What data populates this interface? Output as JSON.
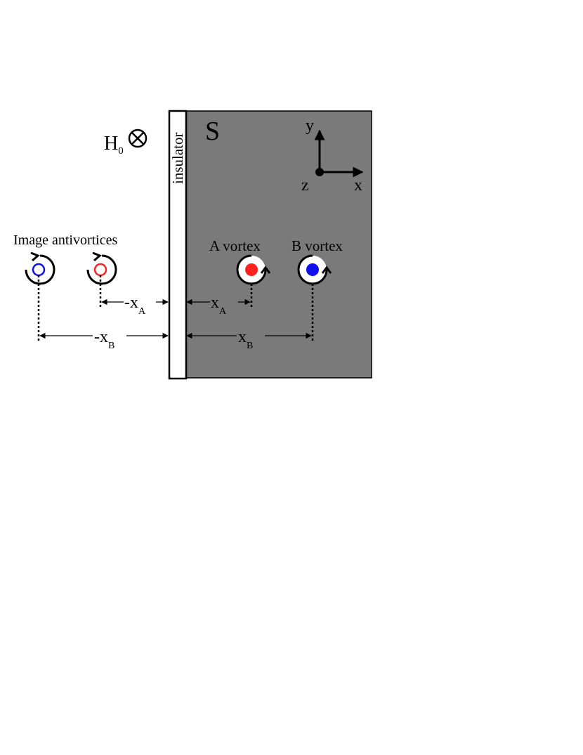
{
  "labels": {
    "field": "H",
    "field_sub": "0",
    "superconductor": "S",
    "insulator": "insulator",
    "axis_x": "x",
    "axis_y": "y",
    "axis_z": "z",
    "image_antivortices": "Image antivortices",
    "vortex_a": "A vortex",
    "vortex_b": "B vortex",
    "dist_xa": "x",
    "dist_xa_sub": "A",
    "dist_xb": "x",
    "dist_xb_sub": "B",
    "dist_neg_xa": "-x",
    "dist_neg_xa_sub": "A",
    "dist_neg_xb": "-x",
    "dist_neg_xb_sub": "B"
  },
  "colors": {
    "superconductor_fill": "#7a7a7a",
    "vortex_a": "#ff2020",
    "vortex_b": "#1010ee",
    "ink": "#000000"
  }
}
